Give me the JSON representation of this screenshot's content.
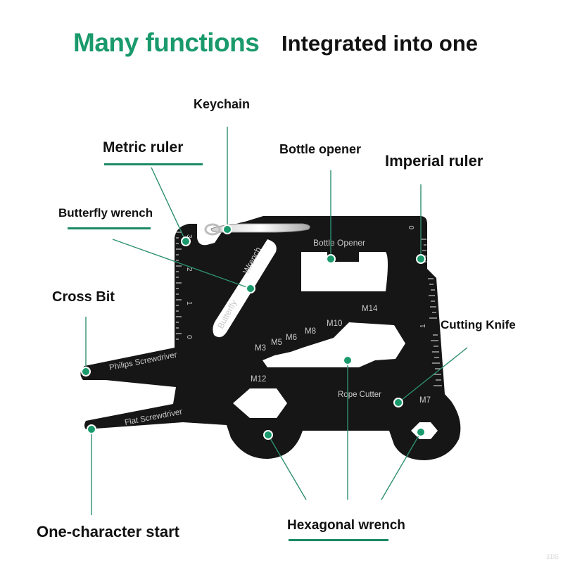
{
  "headline": {
    "green_part": "Many functions",
    "black_part": "Integrated into one"
  },
  "callouts": {
    "keychain": "Keychain",
    "metric_ruler": "Metric ruler",
    "bottle_opener": "Bottle opener",
    "imperial_ruler": "Imperial ruler",
    "butterfly_wrench": "Butterfly wrench",
    "cross_bit": "Cross Bit",
    "cutting_knife": "Cutting Knife",
    "one_character_start": "One-character start",
    "hexagonal_wrench": "Hexagonal wrench"
  },
  "tool_engraving": {
    "bottle_opener": "Bottle Opener",
    "butterfly": "Butterfly",
    "wrench": "Wrench",
    "philips_screwdriver": "Philips Screwdriver",
    "flat_screwdriver": "Flat Screwdriver",
    "rope_cutter": "Rope Cutter",
    "m3": "M3",
    "m5": "M5",
    "m6": "M6",
    "m8": "M8",
    "m10": "M10",
    "m14": "M14",
    "m12": "M12",
    "m7": "M7",
    "metric_marks": [
      "3",
      "2",
      "1",
      "0"
    ],
    "imperial_top": "0",
    "imperial_mid": "1"
  },
  "colors": {
    "accent_green": "#1a9a6c",
    "leader_line": "#2e8f72",
    "tool_body": "#161616",
    "engraving": "#c9c9c9"
  },
  "watermark": "31lS"
}
